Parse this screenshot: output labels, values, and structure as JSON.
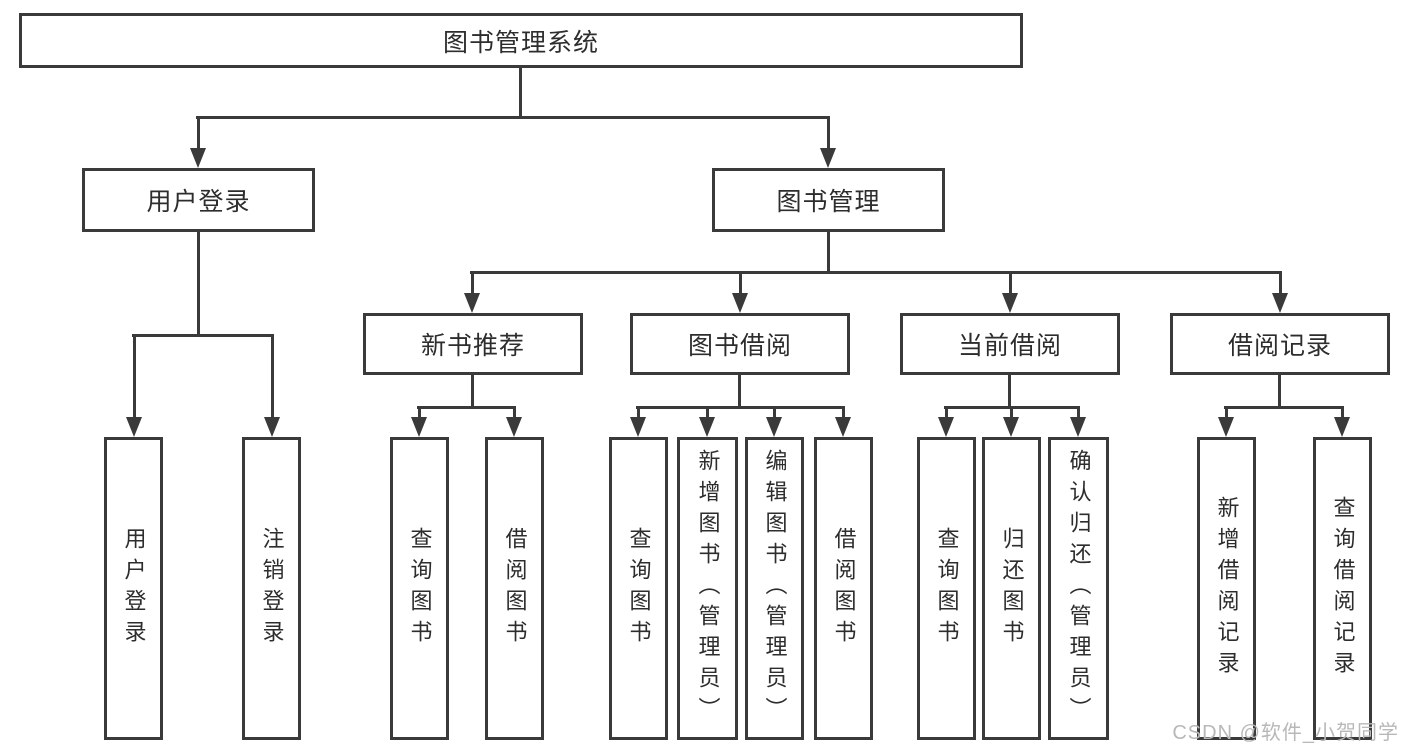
{
  "diagram": {
    "root": {
      "label": "图书管理系统"
    },
    "level2": [
      {
        "label": "用户登录"
      },
      {
        "label": "图书管理"
      }
    ],
    "level3": [
      {
        "label": "新书推荐"
      },
      {
        "label": "图书借阅"
      },
      {
        "label": "当前借阅"
      },
      {
        "label": "借阅记录"
      }
    ],
    "leaves": {
      "user_login": [
        "用户登录",
        "注销登录"
      ],
      "new_book_recommend": [
        "查询图书",
        "借阅图书"
      ],
      "book_borrow": [
        "查询图书",
        "新增图书（管理员）",
        "编辑图书（管理员）",
        "借阅图书"
      ],
      "current_borrow": [
        "查询图书",
        "归还图书",
        "确认归还（管理员）"
      ],
      "borrow_record": [
        "新增借阅记录",
        "查询借阅记录"
      ]
    }
  },
  "watermark": {
    "text": "CSDN @软件_小贺同学"
  },
  "colors": {
    "line": "#3a3a3a",
    "text": "#2d2d2d",
    "box_background": "#ffffff",
    "watermark": "#b8b8b8",
    "page_background": "#ffffff"
  }
}
